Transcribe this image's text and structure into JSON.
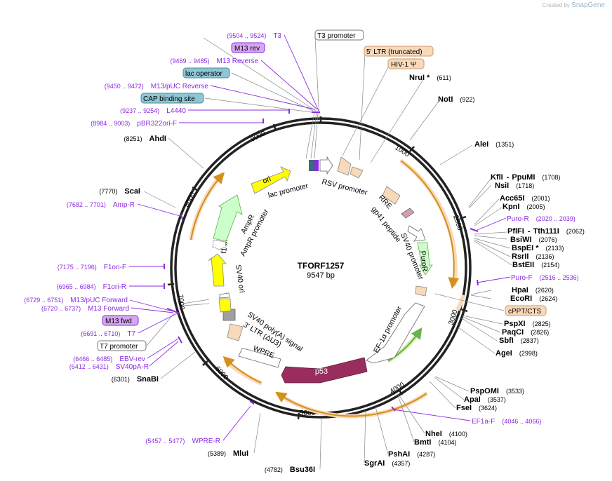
{
  "watermark": {
    "prefix": "Created by",
    "brand": "SnapGene"
  },
  "plasmid": {
    "name": "TFORF1257",
    "size": "9547 bp",
    "length": 9547
  },
  "colors": {
    "primer": "#8a2be2",
    "feature_orange": "#f9d9b9",
    "feature_yellow": "#ffff00",
    "feature_green": "#ccffcc",
    "p53": "#992d5e",
    "arc_orange": "#d4901c"
  },
  "ticks": [
    "1000",
    "2000",
    "3000",
    "4000",
    "5000",
    "6000",
    "7000",
    "8000",
    "9000"
  ],
  "boxed_labels": [
    {
      "id": "t3promoter",
      "text": "T3 promoter",
      "style": "white"
    },
    {
      "id": "ltr5",
      "text": "5' LTR (truncated)",
      "style": "orange"
    },
    {
      "id": "hiv1",
      "text": "HIV-1 Ψ",
      "style": "orange"
    },
    {
      "id": "m13rev",
      "text": "M13 rev",
      "style": "purple"
    },
    {
      "id": "lacop",
      "text": "lac operator",
      "style": "teal"
    },
    {
      "id": "cap",
      "text": "CAP binding site",
      "style": "teal"
    },
    {
      "id": "cppt",
      "text": "cPPT/CTS",
      "style": "orange"
    },
    {
      "id": "m13fwd",
      "text": "M13 fwd",
      "style": "purple"
    },
    {
      "id": "t7promoter",
      "text": "T7 promoter",
      "style": "white"
    }
  ],
  "primers": [
    {
      "name": "T3",
      "range": "(9504 .. 9524)"
    },
    {
      "name": "M13 Reverse",
      "range": "(9469 .. 9485)"
    },
    {
      "name": "M13/pUC Reverse",
      "range": "(9450 .. 9472)"
    },
    {
      "name": "L4440",
      "range": "(9237 .. 9254)"
    },
    {
      "name": "pBR322ori-F",
      "range": "(8984 .. 9003)"
    },
    {
      "name": "Amp-R",
      "range": "(7682 .. 7701)"
    },
    {
      "name": "F1ori-F",
      "range": "(7175 .. 7196)"
    },
    {
      "name": "F1ori-R",
      "range": "(6965 .. 6984)"
    },
    {
      "name": "M13/pUC Forward",
      "range": "(6729 .. 6751)"
    },
    {
      "name": "M13 Forward",
      "range": "(6720 .. 6737)"
    },
    {
      "name": "T7",
      "range": "(6691 .. 6710)"
    },
    {
      "name": "EBV-rev",
      "range": "(6466 .. 6485)"
    },
    {
      "name": "SV40pA-R",
      "range": "(6412 .. 6431)"
    },
    {
      "name": "WPRE-R",
      "range": "(5457 .. 5477)"
    },
    {
      "name": "Puro-R",
      "range": "(2020 .. 2039)"
    },
    {
      "name": "Puro-F",
      "range": "(2516 .. 2536)"
    },
    {
      "name": "EF1a-F",
      "range": "(4046 .. 4066)"
    }
  ],
  "enzymes": [
    {
      "name": "NruI *",
      "pos": "(611)"
    },
    {
      "name": "NotI",
      "pos": "(922)"
    },
    {
      "name": "AleI",
      "pos": "(1351)"
    },
    {
      "name": "KflI",
      "pos": ""
    },
    {
      "name": "PpuMI",
      "pos": "(1708)"
    },
    {
      "name": "NsiI",
      "pos": "(1718)"
    },
    {
      "name": "Acc65I",
      "pos": "(2001)"
    },
    {
      "name": "KpnI",
      "pos": "(2005)"
    },
    {
      "name": "PflFI",
      "pos": ""
    },
    {
      "name": "Tth111I",
      "pos": "(2062)"
    },
    {
      "name": "BsiWI",
      "pos": "(2076)"
    },
    {
      "name": "BspEI *",
      "pos": "(2133)"
    },
    {
      "name": "RsrII",
      "pos": "(2136)"
    },
    {
      "name": "BstEII",
      "pos": "(2154)"
    },
    {
      "name": "HpaI",
      "pos": "(2620)"
    },
    {
      "name": "EcoRI",
      "pos": "(2624)"
    },
    {
      "name": "PspXI",
      "pos": "(2825)"
    },
    {
      "name": "PaqCI",
      "pos": "(2826)"
    },
    {
      "name": "SbfI",
      "pos": "(2837)"
    },
    {
      "name": "AgeI",
      "pos": "(2998)"
    },
    {
      "name": "PspOMI",
      "pos": "(3533)"
    },
    {
      "name": "ApaI",
      "pos": "(3537)"
    },
    {
      "name": "FseI",
      "pos": "(3624)"
    },
    {
      "name": "NheI",
      "pos": "(4100)"
    },
    {
      "name": "BmtI",
      "pos": "(4104)"
    },
    {
      "name": "PshAI",
      "pos": "(4287)"
    },
    {
      "name": "SgrAI",
      "pos": "(4357)"
    },
    {
      "name": "Bsu36I",
      "pos": "(4782)"
    },
    {
      "name": "MluI",
      "pos": "(5389)"
    },
    {
      "name": "SnaBI",
      "pos": "(6301)"
    },
    {
      "name": "ScaI",
      "pos": "(7770)"
    },
    {
      "name": "AhdI",
      "pos": "(8251)"
    }
  ],
  "features": [
    "ori",
    "lac promoter",
    "RSV promoter",
    "RRE",
    "gp41 peptide",
    "SV40 promoter",
    "PuroR",
    "EF-1α promoter",
    "p53",
    "WPRE",
    "3' LTR (ΔU3)",
    "SV40 poly(A) signal",
    "SV40 ori",
    "f1 ori",
    "AmpR promoter",
    "AmpR"
  ]
}
